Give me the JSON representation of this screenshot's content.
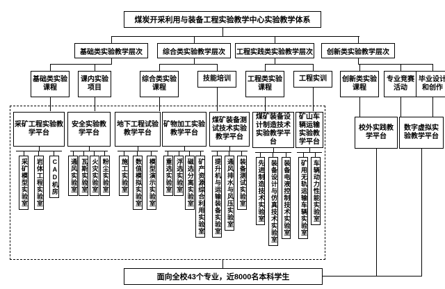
{
  "title": "煤炭开采利用与装备工程实验教学中心实验教学体系",
  "tier2": [
    "基础类实验教学层次",
    "综合类实验教学层次",
    "工程实践类实验教学层次",
    "创新类实验教学层次"
  ],
  "tier3": [
    "基础类实验课程",
    "课内实验项目",
    "综合类实验课程",
    "技能培训",
    "工程类实验课程",
    "工程实训",
    "创新类实验课程",
    "专业竞赛活动",
    "毕业设计和创作"
  ],
  "platforms": [
    {
      "label": "采矿工程实验教学平台",
      "labs": [
        "采矿模型实验室",
        "岩体工程实验室",
        "CAD机房"
      ]
    },
    {
      "label": "安全实验教学平台",
      "labs": [
        "通风实验室",
        "瓦斯实验室",
        "火灾实验室",
        "粉尘实验室"
      ]
    },
    {
      "label": "地下工程试验教学平台",
      "labs": [
        "施工实验室",
        "数值模拟实验室",
        "模型演示实验室"
      ]
    },
    {
      "label": "矿物加工实验教学平台",
      "labs": [
        "重选实验室",
        "浮选实验室",
        "磁选分离实验室",
        "矿产资源综合利用实验室"
      ]
    },
    {
      "label": "煤矿装备测试技术实验教学平台",
      "labs": [
        "提升机与运输装备实验室",
        "通风排水与风压实验室",
        "装备测试实验室"
      ]
    },
    {
      "label": "煤矿装备设计制造技术实验教学平台",
      "labs": [
        "先进制造技术实验室",
        "装备设计与仿真技术实验室",
        "装备电液控制技术实验室"
      ]
    },
    {
      "label": "矿山车辆运输实验教学平台",
      "labs": [
        "矿用无轨运输车辆实验室",
        "车辆动力性能实验室"
      ]
    }
  ],
  "external_platforms": [
    {
      "label": "校外实践教学平台"
    },
    {
      "label": "数字虚拟实验教学平台"
    }
  ],
  "footer": "面向全校43个专业，近8000名本科学生",
  "colors": {
    "background": "#ffffff",
    "line": "#000000",
    "box_border": "#000000"
  }
}
